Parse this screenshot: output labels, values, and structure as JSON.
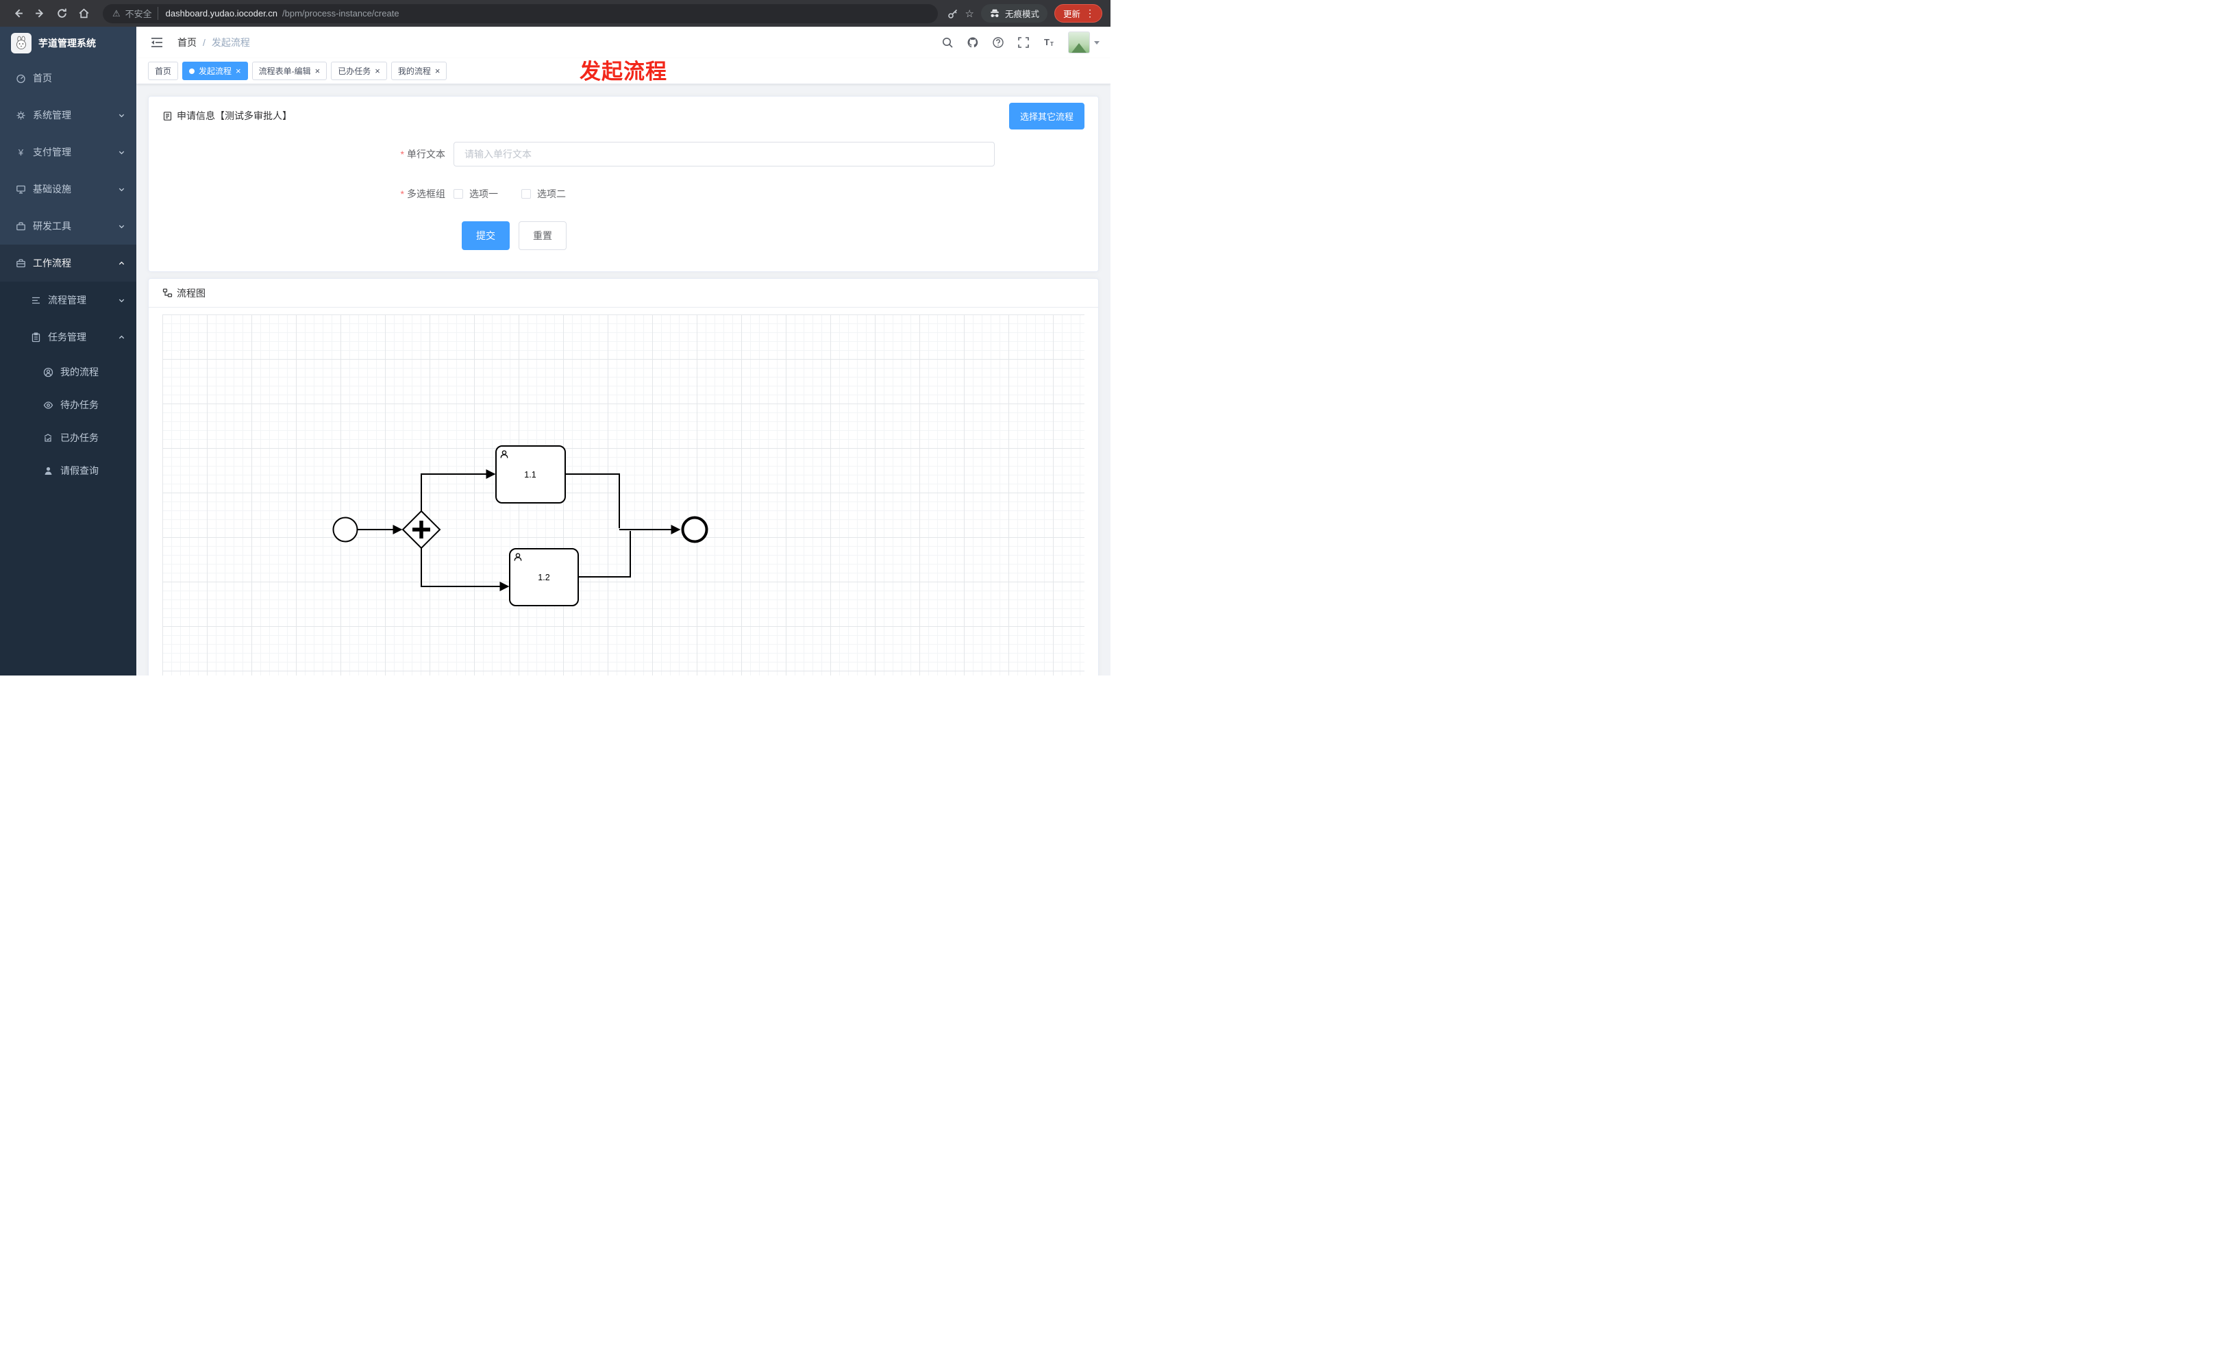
{
  "browser": {
    "security_label": "不安全",
    "url_host": "dashboard.yudao.iocoder.cn",
    "url_path": "/bpm/process-instance/create",
    "incognito_label": "无痕模式",
    "update_label": "更新"
  },
  "sidebar": {
    "app_title": "芋道管理系统",
    "items": [
      {
        "label": "首页",
        "level": 1,
        "expandable": false
      },
      {
        "label": "系统管理",
        "level": 1,
        "expandable": true,
        "expanded": false
      },
      {
        "label": "支付管理",
        "level": 1,
        "expandable": true,
        "expanded": false
      },
      {
        "label": "基础设施",
        "level": 1,
        "expandable": true,
        "expanded": false
      },
      {
        "label": "研发工具",
        "level": 1,
        "expandable": true,
        "expanded": false
      },
      {
        "label": "工作流程",
        "level": 1,
        "expandable": true,
        "expanded": true
      },
      {
        "label": "流程管理",
        "level": 2,
        "expandable": true,
        "expanded": false
      },
      {
        "label": "任务管理",
        "level": 2,
        "expandable": true,
        "expanded": true
      },
      {
        "label": "我的流程",
        "level": 3,
        "expandable": false
      },
      {
        "label": "待办任务",
        "level": 3,
        "expandable": false
      },
      {
        "label": "已办任务",
        "level": 3,
        "expandable": false
      },
      {
        "label": "请假查询",
        "level": 3,
        "expandable": false
      }
    ]
  },
  "header": {
    "breadcrumb": {
      "home": "首页",
      "current": "发起流程"
    },
    "overlay_title": "发起流程"
  },
  "tabs": [
    {
      "label": "首页",
      "closable": false,
      "active": false
    },
    {
      "label": "发起流程",
      "closable": true,
      "active": true
    },
    {
      "label": "流程表单-编辑",
      "closable": true,
      "active": false
    },
    {
      "label": "已办任务",
      "closable": true,
      "active": false
    },
    {
      "label": "我的流程",
      "closable": true,
      "active": false
    }
  ],
  "form_card": {
    "title": "申请信息【测试多审批人】",
    "select_other_button": "选择其它流程",
    "single_line_label": "单行文本",
    "single_line_placeholder": "请输入单行文本",
    "single_line_value": "",
    "checkbox_group_label": "多选框组",
    "checkbox_options": [
      {
        "label": "选项一",
        "checked": false
      },
      {
        "label": "选项二",
        "checked": false
      }
    ],
    "submit_label": "提交",
    "reset_label": "重置"
  },
  "diagram_card": {
    "title": "流程图",
    "nodes": [
      {
        "type": "user-task",
        "label": "1.1"
      },
      {
        "type": "user-task",
        "label": "1.2"
      }
    ],
    "structure": "start-event -> parallel-gateway -> (task 1.1, task 1.2) -> end-event"
  },
  "ui": {
    "required_mark": "*",
    "close_glyph": "×",
    "breadcrumb_separator": "/",
    "menu_dots": "⋮",
    "star_glyph": "☆",
    "warning_glyph": "⚠",
    "yen_glyph": "¥"
  },
  "colors": {
    "accent": "#409eff",
    "danger_red": "#f56c6c",
    "overlay_red": "#f2271a",
    "sidebar_bg": "#304156",
    "sidebar_submenu_bg": "#1f2d3d",
    "update_button": "#c5392b"
  }
}
